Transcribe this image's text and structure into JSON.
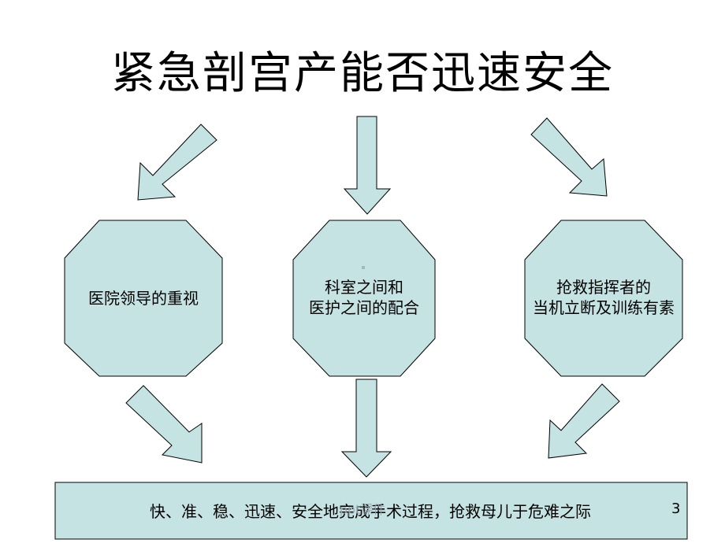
{
  "title": "紧急剖宫产能否迅速安全",
  "nodes": [
    {
      "lines": [
        "医院领导的重视"
      ]
    },
    {
      "lines": [
        "科室之间和",
        "医护之间的配合"
      ]
    },
    {
      "lines": [
        "抢救指挥者的",
        "当机立断及训练有素"
      ]
    }
  ],
  "bottom": "快、准、稳、迅速、安全地完成手术过程，抢救母儿于危难之际",
  "watermark": "ppt课件",
  "page_number": "3",
  "colors": {
    "shape_fill": "#c5e3e3",
    "stroke": "#000000"
  }
}
